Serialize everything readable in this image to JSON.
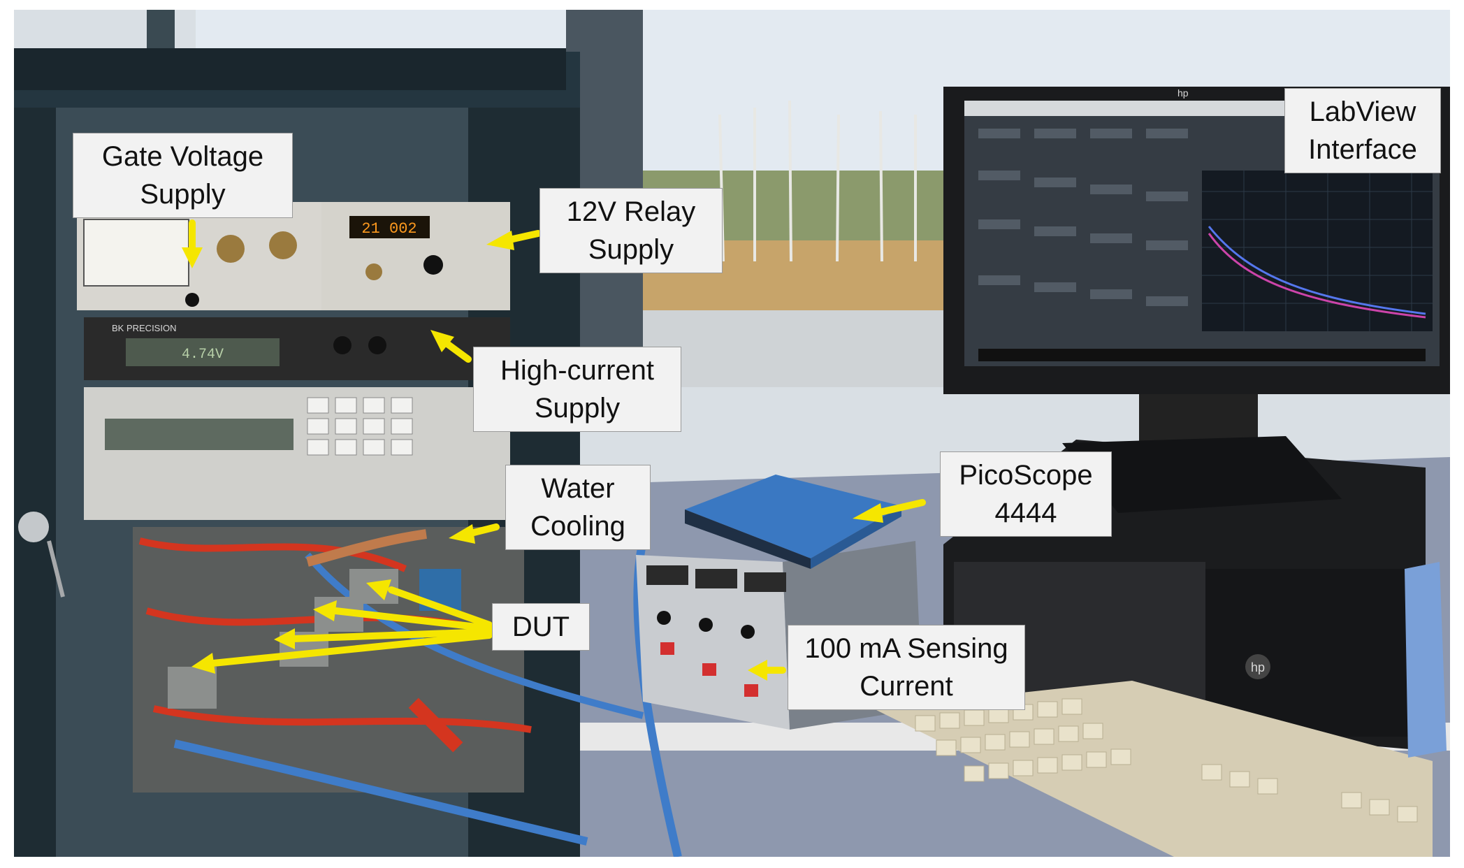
{
  "photo": {
    "annotations": [
      {
        "id": "gate-voltage-supply",
        "lines": [
          "Gate Voltage",
          "Supply"
        ]
      },
      {
        "id": "relay-supply-12v",
        "lines": [
          "12V Relay",
          "Supply"
        ]
      },
      {
        "id": "labview-interface",
        "lines": [
          "LabView",
          "Interface"
        ]
      },
      {
        "id": "high-current-supply",
        "lines": [
          "High-current",
          "Supply"
        ]
      },
      {
        "id": "water-cooling",
        "lines": [
          "Water",
          "Cooling"
        ]
      },
      {
        "id": "picoscope-4444",
        "lines": [
          "PicoScope",
          "4444"
        ]
      },
      {
        "id": "dut",
        "lines": [
          "DUT"
        ]
      },
      {
        "id": "sensing-current-100ma",
        "lines": [
          "100 mA Sensing",
          "Current"
        ]
      }
    ],
    "equipment_readouts": {
      "gate_supply_display": "21 002",
      "precision_display": "4.74V"
    },
    "brand_marks": [
      "BK PRECISION",
      "hp"
    ],
    "colors": {
      "arrow": "#f5e600",
      "callout_fill": "#f2f2f2",
      "rack": "#243640",
      "sky": "#dfe7ee",
      "field": "#c9a56a"
    }
  }
}
